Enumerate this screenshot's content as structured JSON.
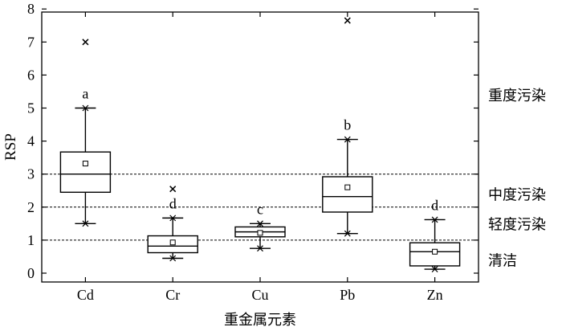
{
  "chart_data": {
    "type": "box",
    "ylabel": "RSP",
    "xlabel": "重金属元素",
    "ylim": [
      0,
      8
    ],
    "yticks": [
      0,
      1,
      2,
      3,
      4,
      5,
      6,
      7,
      8
    ],
    "categories": [
      "Cd",
      "Cr",
      "Cu",
      "Pb",
      "Zn"
    ],
    "boxes": [
      {
        "category": "Cd",
        "min": 1.5,
        "q1": 2.45,
        "median": 3.0,
        "q3": 3.67,
        "max": 5.0,
        "mean": 3.32,
        "outliers": [
          7.0
        ],
        "letter": "a"
      },
      {
        "category": "Cr",
        "min": 0.45,
        "q1": 0.62,
        "median": 0.82,
        "q3": 1.13,
        "max": 1.67,
        "mean": 0.93,
        "outliers": [
          2.55
        ],
        "letter": "d"
      },
      {
        "category": "Cu",
        "min": 0.75,
        "q1": 1.1,
        "median": 1.25,
        "q3": 1.4,
        "max": 1.5,
        "mean": 1.22,
        "outliers": [],
        "letter": "c"
      },
      {
        "category": "Pb",
        "min": 1.2,
        "q1": 1.85,
        "median": 2.32,
        "q3": 2.92,
        "max": 4.05,
        "mean": 2.6,
        "outliers": [
          7.65
        ],
        "letter": "b"
      },
      {
        "category": "Zn",
        "min": 0.12,
        "q1": 0.22,
        "median": 0.65,
        "q3": 0.92,
        "max": 1.62,
        "mean": 0.65,
        "outliers": [],
        "letter": "d"
      }
    ],
    "thresholds": [
      1,
      2,
      3
    ],
    "zone_labels": [
      {
        "label": "重度污染",
        "y": 5.4
      },
      {
        "label": "中度污染",
        "y": 2.4
      },
      {
        "label": "轻度污染",
        "y": 1.5
      },
      {
        "label": "清洁",
        "y": 0.4
      }
    ],
    "grid": false,
    "legend": "none"
  }
}
